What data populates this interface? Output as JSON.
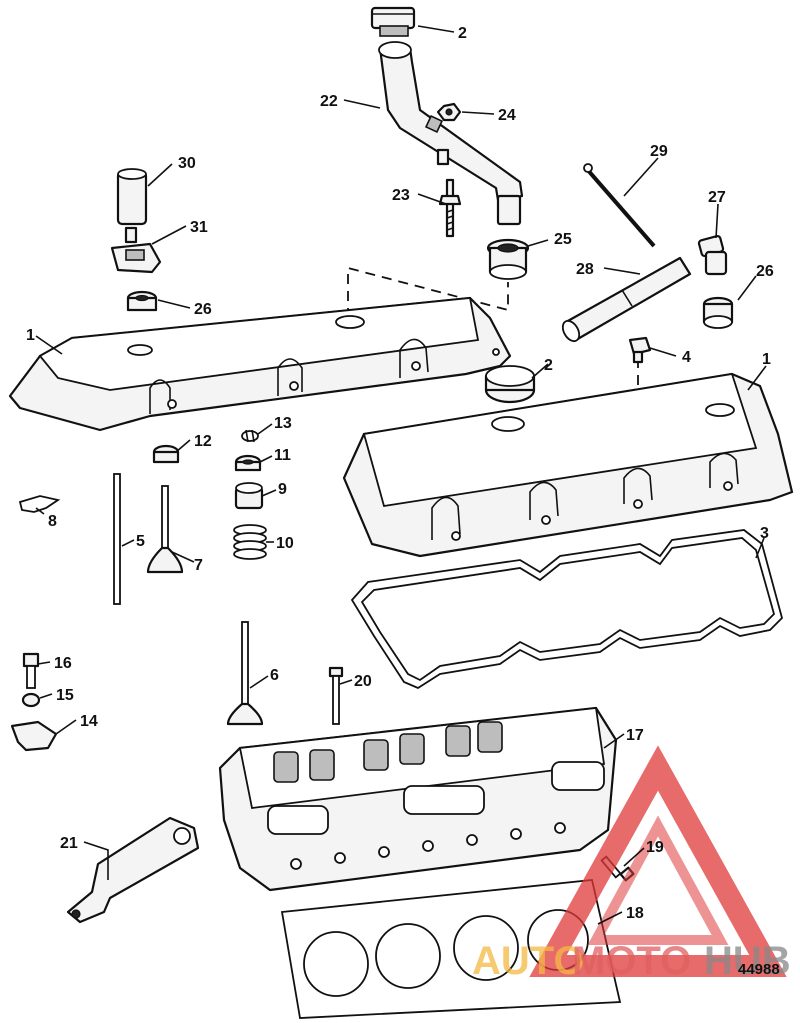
{
  "callouts": {
    "c1a": "1",
    "c1b": "1",
    "c2a": "2",
    "c2b": "2",
    "c3": "3",
    "c4": "4",
    "c5": "5",
    "c6": "6",
    "c7": "7",
    "c8": "8",
    "c9": "9",
    "c10": "10",
    "c11": "11",
    "c12": "12",
    "c13": "13",
    "c14": "14",
    "c15": "15",
    "c16": "16",
    "c17": "17",
    "c18": "18",
    "c19": "19",
    "c20": "20",
    "c21": "21",
    "c22": "22",
    "c23": "23",
    "c24": "24",
    "c25": "25",
    "c26a": "26",
    "c26b": "26",
    "c27": "27",
    "c28": "28",
    "c29": "29",
    "c30": "30",
    "c31": "31"
  },
  "reference_number": "44988",
  "watermark": {
    "part1": "AUTO",
    "part2": "MOTO",
    "part3": "HUB"
  },
  "colors": {
    "line": "#111111",
    "watermark_red": "#e03a3a",
    "watermark_orange": "#f4b942",
    "watermark_gray": "#888888"
  }
}
